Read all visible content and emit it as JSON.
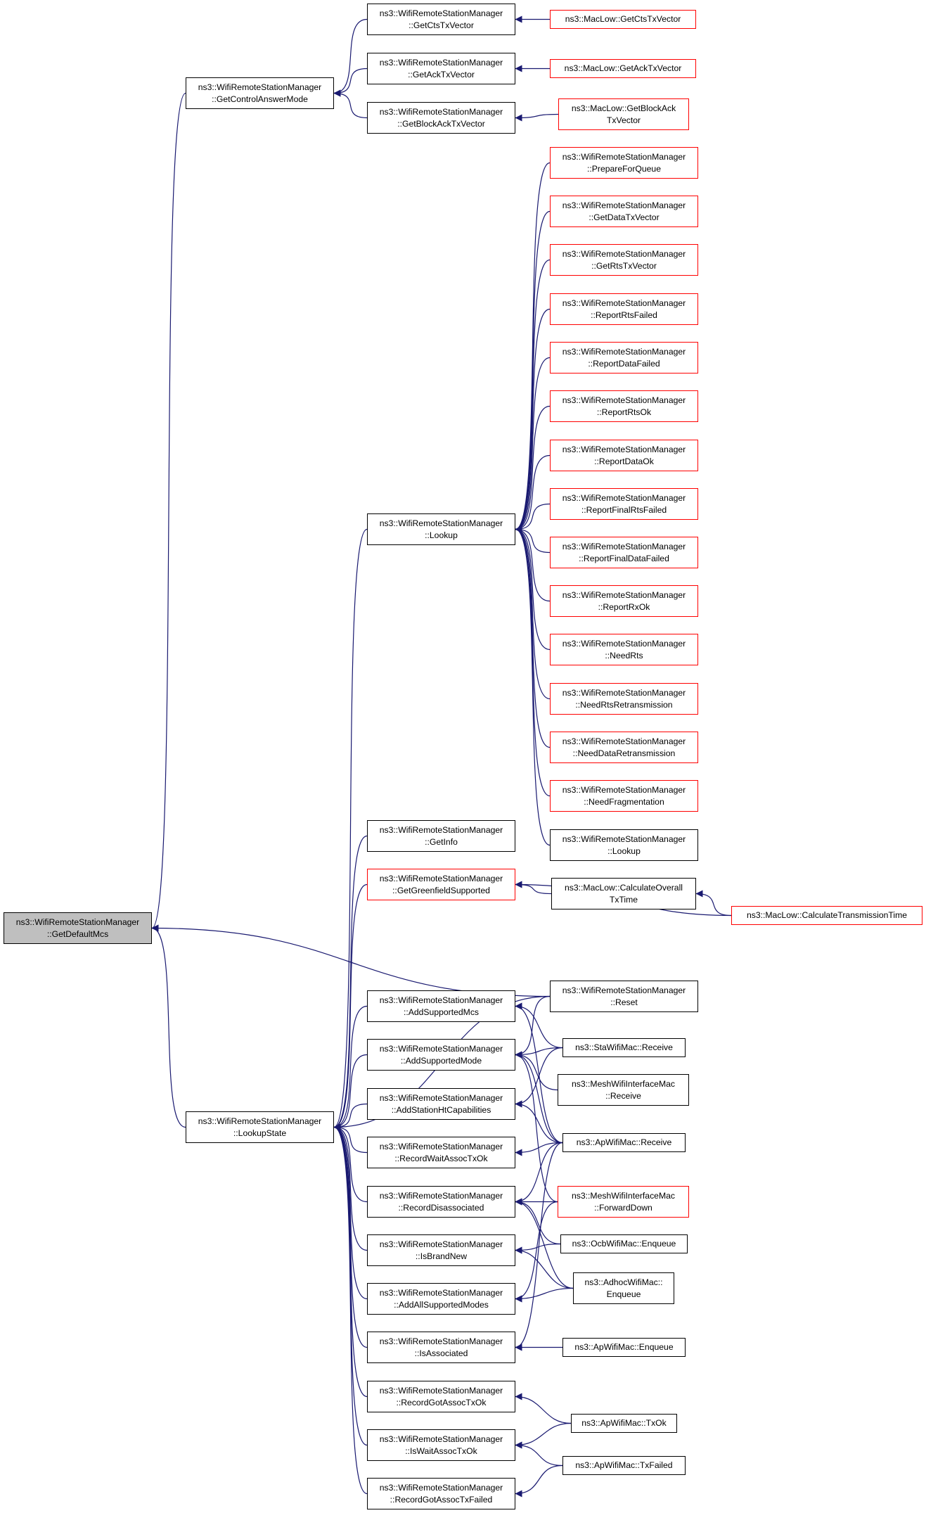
{
  "colors": {
    "edge": "#191970",
    "border_default": "#000000",
    "border_red": "#ff0000",
    "root_fill": "#bfbfbf"
  },
  "nodes": {
    "getDefaultMcs": {
      "lines": [
        "ns3::WifiRemoteStationManager",
        "::GetDefaultMcs"
      ],
      "border": "black",
      "root": true
    },
    "getControlAnswerMode": {
      "lines": [
        "ns3::WifiRemoteStationManager",
        "::GetControlAnswerMode"
      ],
      "border": "black"
    },
    "lookupState": {
      "lines": [
        "ns3::WifiRemoteStationManager",
        "::LookupState"
      ],
      "border": "black"
    },
    "getCtsTxVector": {
      "lines": [
        "ns3::WifiRemoteStationManager",
        "::GetCtsTxVector"
      ],
      "border": "black"
    },
    "getAckTxVector": {
      "lines": [
        "ns3::WifiRemoteStationManager",
        "::GetAckTxVector"
      ],
      "border": "black"
    },
    "getBlockAckTxVector": {
      "lines": [
        "ns3::WifiRemoteStationManager",
        "::GetBlockAckTxVector"
      ],
      "border": "black"
    },
    "lookup": {
      "lines": [
        "ns3::WifiRemoteStationManager",
        "::Lookup"
      ],
      "border": "black"
    },
    "getInfo": {
      "lines": [
        "ns3::WifiRemoteStationManager",
        "::GetInfo"
      ],
      "border": "black"
    },
    "getGreenfieldSupported": {
      "lines": [
        "ns3::WifiRemoteStationManager",
        "::GetGreenfieldSupported"
      ],
      "border": "red"
    },
    "addSupportedMcs": {
      "lines": [
        "ns3::WifiRemoteStationManager",
        "::AddSupportedMcs"
      ],
      "border": "black"
    },
    "addSupportedMode": {
      "lines": [
        "ns3::WifiRemoteStationManager",
        "::AddSupportedMode"
      ],
      "border": "black"
    },
    "addStationHtCapabilities": {
      "lines": [
        "ns3::WifiRemoteStationManager",
        "::AddStationHtCapabilities"
      ],
      "border": "black"
    },
    "recordWaitAssocTxOk": {
      "lines": [
        "ns3::WifiRemoteStationManager",
        "::RecordWaitAssocTxOk"
      ],
      "border": "black"
    },
    "recordDisassociated": {
      "lines": [
        "ns3::WifiRemoteStationManager",
        "::RecordDisassociated"
      ],
      "border": "black"
    },
    "isBrandNew": {
      "lines": [
        "ns3::WifiRemoteStationManager",
        "::IsBrandNew"
      ],
      "border": "black"
    },
    "addAllSupportedModes": {
      "lines": [
        "ns3::WifiRemoteStationManager",
        "::AddAllSupportedModes"
      ],
      "border": "black"
    },
    "isAssociated": {
      "lines": [
        "ns3::WifiRemoteStationManager",
        "::IsAssociated"
      ],
      "border": "black"
    },
    "recordGotAssocTxOk": {
      "lines": [
        "ns3::WifiRemoteStationManager",
        "::RecordGotAssocTxOk"
      ],
      "border": "black"
    },
    "isWaitAssocTxOk": {
      "lines": [
        "ns3::WifiRemoteStationManager",
        "::IsWaitAssocTxOk"
      ],
      "border": "black"
    },
    "recordGotAssocTxFailed": {
      "lines": [
        "ns3::WifiRemoteStationManager",
        "::RecordGotAssocTxFailed"
      ],
      "border": "black"
    },
    "macLowGetCtsTxVector": {
      "lines": [
        "ns3::MacLow::GetCtsTxVector"
      ],
      "border": "red"
    },
    "macLowGetAckTxVector": {
      "lines": [
        "ns3::MacLow::GetAckTxVector"
      ],
      "border": "red"
    },
    "macLowGetBlockAckTxVector": {
      "lines": [
        "ns3::MacLow::GetBlockAck",
        "TxVector"
      ],
      "border": "red"
    },
    "prepareForQueue": {
      "lines": [
        "ns3::WifiRemoteStationManager",
        "::PrepareForQueue"
      ],
      "border": "red"
    },
    "getDataTxVector": {
      "lines": [
        "ns3::WifiRemoteStationManager",
        "::GetDataTxVector"
      ],
      "border": "red"
    },
    "getRtsTxVector": {
      "lines": [
        "ns3::WifiRemoteStationManager",
        "::GetRtsTxVector"
      ],
      "border": "red"
    },
    "reportRtsFailed": {
      "lines": [
        "ns3::WifiRemoteStationManager",
        "::ReportRtsFailed"
      ],
      "border": "red"
    },
    "reportDataFailed": {
      "lines": [
        "ns3::WifiRemoteStationManager",
        "::ReportDataFailed"
      ],
      "border": "red"
    },
    "reportRtsOk": {
      "lines": [
        "ns3::WifiRemoteStationManager",
        "::ReportRtsOk"
      ],
      "border": "red"
    },
    "reportDataOk": {
      "lines": [
        "ns3::WifiRemoteStationManager",
        "::ReportDataOk"
      ],
      "border": "red"
    },
    "reportFinalRtsFailed": {
      "lines": [
        "ns3::WifiRemoteStationManager",
        "::ReportFinalRtsFailed"
      ],
      "border": "red"
    },
    "reportFinalDataFailed": {
      "lines": [
        "ns3::WifiRemoteStationManager",
        "::ReportFinalDataFailed"
      ],
      "border": "red"
    },
    "reportRxOk": {
      "lines": [
        "ns3::WifiRemoteStationManager",
        "::ReportRxOk"
      ],
      "border": "red"
    },
    "needRts": {
      "lines": [
        "ns3::WifiRemoteStationManager",
        "::NeedRts"
      ],
      "border": "red"
    },
    "needRtsRetransmission": {
      "lines": [
        "ns3::WifiRemoteStationManager",
        "::NeedRtsRetransmission"
      ],
      "border": "red"
    },
    "needDataRetransmission": {
      "lines": [
        "ns3::WifiRemoteStationManager",
        "::NeedDataRetransmission"
      ],
      "border": "red"
    },
    "needFragmentation": {
      "lines": [
        "ns3::WifiRemoteStationManager",
        "::NeedFragmentation"
      ],
      "border": "red"
    },
    "lookup2": {
      "lines": [
        "ns3::WifiRemoteStationManager",
        "::Lookup"
      ],
      "border": "black"
    },
    "calculateOverallTxTime": {
      "lines": [
        "ns3::MacLow::CalculateOverall",
        "TxTime"
      ],
      "border": "black"
    },
    "calculateTransmissionTime": {
      "lines": [
        "ns3::MacLow::CalculateTransmissionTime"
      ],
      "border": "red"
    },
    "reset": {
      "lines": [
        "ns3::WifiRemoteStationManager",
        "::Reset"
      ],
      "border": "black"
    },
    "staWifiMacReceive": {
      "lines": [
        "ns3::StaWifiMac::Receive"
      ],
      "border": "black"
    },
    "meshWifiInterfaceMacReceive": {
      "lines": [
        "ns3::MeshWifiInterfaceMac",
        "::Receive"
      ],
      "border": "black"
    },
    "apWifiMacReceive": {
      "lines": [
        "ns3::ApWifiMac::Receive"
      ],
      "border": "black"
    },
    "meshWifiInterfaceMacForwardDown": {
      "lines": [
        "ns3::MeshWifiInterfaceMac",
        "::ForwardDown"
      ],
      "border": "red"
    },
    "ocbWifiMacEnqueue": {
      "lines": [
        "ns3::OcbWifiMac::Enqueue"
      ],
      "border": "black"
    },
    "adhocWifiMacEnqueue": {
      "lines": [
        "ns3::AdhocWifiMac::",
        "Enqueue"
      ],
      "border": "black"
    },
    "apWifiMacEnqueue": {
      "lines": [
        "ns3::ApWifiMac::Enqueue"
      ],
      "border": "black"
    },
    "apWifiMacTxOk": {
      "lines": [
        "ns3::ApWifiMac::TxOk"
      ],
      "border": "black"
    },
    "apWifiMacTxFailed": {
      "lines": [
        "ns3::ApWifiMac::TxFailed"
      ],
      "border": "black"
    }
  },
  "edges": [
    [
      "getControlAnswerMode",
      "getDefaultMcs"
    ],
    [
      "lookupState",
      "getDefaultMcs"
    ],
    [
      "reset",
      "getDefaultMcs"
    ],
    [
      "getCtsTxVector",
      "getControlAnswerMode"
    ],
    [
      "getAckTxVector",
      "getControlAnswerMode"
    ],
    [
      "getBlockAckTxVector",
      "getControlAnswerMode"
    ],
    [
      "macLowGetCtsTxVector",
      "getCtsTxVector"
    ],
    [
      "macLowGetAckTxVector",
      "getAckTxVector"
    ],
    [
      "macLowGetBlockAckTxVector",
      "getBlockAckTxVector"
    ],
    [
      "lookup",
      "lookupState"
    ],
    [
      "getInfo",
      "lookupState"
    ],
    [
      "getGreenfieldSupported",
      "lookupState"
    ],
    [
      "addSupportedMcs",
      "lookupState"
    ],
    [
      "addSupportedMode",
      "lookupState"
    ],
    [
      "addStationHtCapabilities",
      "lookupState"
    ],
    [
      "recordWaitAssocTxOk",
      "lookupState"
    ],
    [
      "recordDisassociated",
      "lookupState"
    ],
    [
      "isBrandNew",
      "lookupState"
    ],
    [
      "addAllSupportedModes",
      "lookupState"
    ],
    [
      "isAssociated",
      "lookupState"
    ],
    [
      "recordGotAssocTxOk",
      "lookupState"
    ],
    [
      "isWaitAssocTxOk",
      "lookupState"
    ],
    [
      "recordGotAssocTxFailed",
      "lookupState"
    ],
    [
      "reset",
      "lookupState"
    ],
    [
      "prepareForQueue",
      "lookup"
    ],
    [
      "getDataTxVector",
      "lookup"
    ],
    [
      "getRtsTxVector",
      "lookup"
    ],
    [
      "reportRtsFailed",
      "lookup"
    ],
    [
      "reportDataFailed",
      "lookup"
    ],
    [
      "reportRtsOk",
      "lookup"
    ],
    [
      "reportDataOk",
      "lookup"
    ],
    [
      "reportFinalRtsFailed",
      "lookup"
    ],
    [
      "reportFinalDataFailed",
      "lookup"
    ],
    [
      "reportRxOk",
      "lookup"
    ],
    [
      "needRts",
      "lookup"
    ],
    [
      "needRtsRetransmission",
      "lookup"
    ],
    [
      "needDataRetransmission",
      "lookup"
    ],
    [
      "needFragmentation",
      "lookup"
    ],
    [
      "lookup2",
      "lookup"
    ],
    [
      "calculateOverallTxTime",
      "getGreenfieldSupported"
    ],
    [
      "calculateTransmissionTime",
      "getGreenfieldSupported"
    ],
    [
      "calculateTransmissionTime",
      "calculateOverallTxTime"
    ],
    [
      "staWifiMacReceive",
      "addSupportedMcs"
    ],
    [
      "apWifiMacReceive",
      "addSupportedMcs"
    ],
    [
      "reset",
      "addSupportedMode"
    ],
    [
      "staWifiMacReceive",
      "addSupportedMode"
    ],
    [
      "meshWifiInterfaceMacReceive",
      "addSupportedMode"
    ],
    [
      "apWifiMacReceive",
      "addSupportedMode"
    ],
    [
      "meshWifiInterfaceMacForwardDown",
      "addSupportedMode"
    ],
    [
      "staWifiMacReceive",
      "addStationHtCapabilities"
    ],
    [
      "apWifiMacReceive",
      "addStationHtCapabilities"
    ],
    [
      "apWifiMacReceive",
      "recordWaitAssocTxOk"
    ],
    [
      "apWifiMacReceive",
      "recordDisassociated"
    ],
    [
      "meshWifiInterfaceMacForwardDown",
      "recordDisassociated"
    ],
    [
      "ocbWifiMacEnqueue",
      "recordDisassociated"
    ],
    [
      "adhocWifiMacEnqueue",
      "recordDisassociated"
    ],
    [
      "ocbWifiMacEnqueue",
      "isBrandNew"
    ],
    [
      "adhocWifiMacEnqueue",
      "isBrandNew"
    ],
    [
      "meshWifiInterfaceMacForwardDown",
      "addAllSupportedModes"
    ],
    [
      "adhocWifiMacEnqueue",
      "addAllSupportedModes"
    ],
    [
      "apWifiMacReceive",
      "isAssociated"
    ],
    [
      "apWifiMacEnqueue",
      "isAssociated"
    ],
    [
      "apWifiMacTxOk",
      "recordGotAssocTxOk"
    ],
    [
      "apWifiMacTxOk",
      "isWaitAssocTxOk"
    ],
    [
      "apWifiMacTxFailed",
      "isWaitAssocTxOk"
    ],
    [
      "apWifiMacTxFailed",
      "recordGotAssocTxFailed"
    ]
  ]
}
